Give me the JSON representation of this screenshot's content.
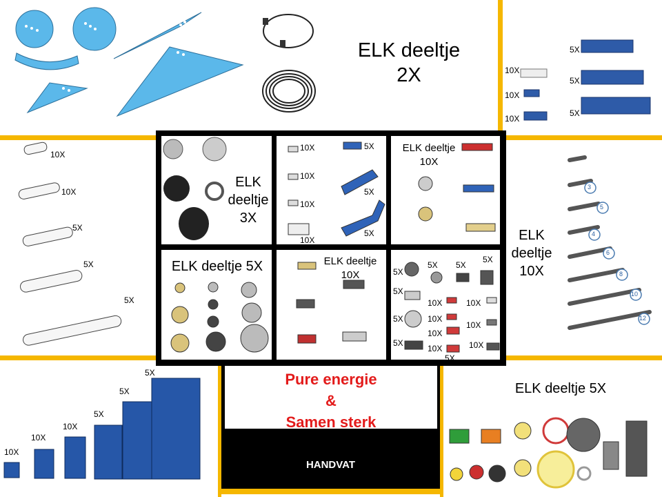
{
  "top_panel": {
    "heading_line1": "ELK deeltje",
    "heading_line2": "2X"
  },
  "center": {
    "wheels": {
      "line1": "ELK",
      "line2": "deeltje",
      "line3": "3X"
    },
    "pins": {
      "line1": "ELK deeltje",
      "line2": "10X"
    },
    "gears": {
      "line1": "ELK deeltje 5X"
    },
    "connectors": {
      "line1": "ELK deeltje",
      "line2": "10X"
    }
  },
  "right_panel": {
    "line1": "ELK",
    "line2": "deeltje",
    "line3": "10X"
  },
  "bottom_right": {
    "heading": "ELK deeltje 5X"
  },
  "slogan": {
    "line1": "Pure energie",
    "line2": "&",
    "line3": "Samen sterk"
  },
  "handle": {
    "label": "HANDVAT"
  },
  "qty": {
    "plate_short": "5X",
    "plate_medium": "5X",
    "plate_long": "5X",
    "tile": "10X",
    "plate_1x2": "10X",
    "plate_1x3": "10X",
    "beam_3": "10X",
    "beam_7": "10X",
    "beam_9": "5X",
    "beam_11": "5X",
    "beam_15": "5X",
    "brick_2x2a": "10X",
    "brick_2x2b": "10X",
    "brick_2x2c": "10X",
    "brick_2x4": "10X",
    "angle_beam_a": "5X",
    "angle_beam_b": "5X",
    "angle_beam_c": "5X",
    "small_a": "5X",
    "small_b": "5X",
    "small_c": "5X",
    "small_d": "5X",
    "small_e": "5X",
    "small_f": "10X",
    "small_g": "10X",
    "small_h": "5X",
    "small_i": "10X",
    "small_j": "10X",
    "small_k": "10X",
    "small_l": "5X",
    "small_m": "10X",
    "small_n": "10X",
    "small_o": "5X",
    "blue_beam_1": "10X",
    "blue_beam_2": "10X",
    "blue_beam_3": "10X",
    "blue_beam_4": "5X",
    "blue_beam_5": "5X",
    "blue_beam_6": "5X"
  },
  "axle_lengths": [
    "3",
    "5",
    "4",
    "6",
    "8",
    "10",
    "12"
  ],
  "colors": {
    "divider": "#f5b700",
    "slogan": "#e31b1b",
    "frame": "#000000"
  }
}
